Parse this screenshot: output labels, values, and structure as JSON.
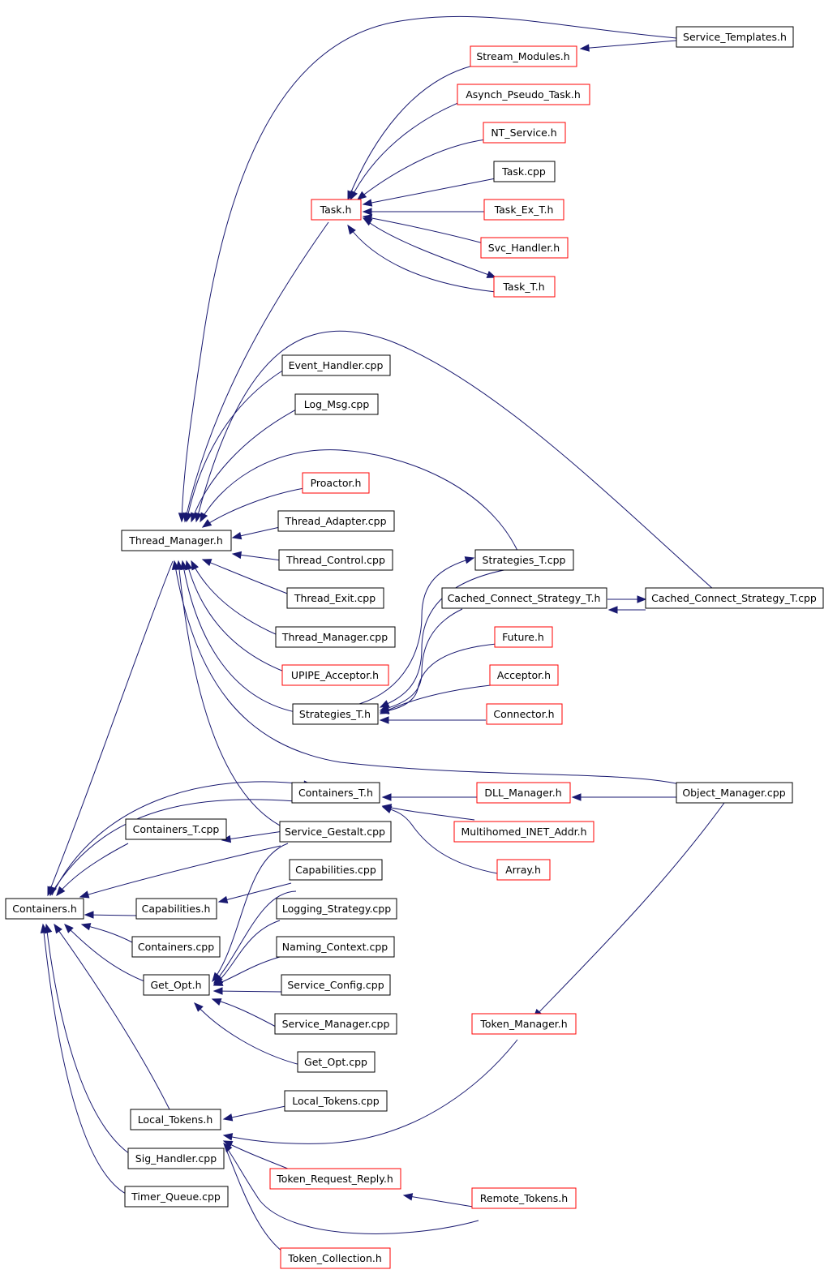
{
  "colors": {
    "edge": "#191970",
    "documented_border": "#000000",
    "undocumented_border": "#ff0000",
    "root_fill": "#bfbfbf",
    "node_fill": "#ffffff"
  },
  "nodes": [
    {
      "id": "containers_h",
      "label": "Containers.h",
      "border": "black",
      "root": true
    },
    {
      "id": "service_templates_h",
      "label": "Service_Templates.h",
      "border": "black"
    },
    {
      "id": "stream_modules_h",
      "label": "Stream_Modules.h",
      "border": "red"
    },
    {
      "id": "asynch_pseudo_task_h",
      "label": "Asynch_Pseudo_Task.h",
      "border": "red"
    },
    {
      "id": "nt_service_h",
      "label": "NT_Service.h",
      "border": "red"
    },
    {
      "id": "task_cpp",
      "label": "Task.cpp",
      "border": "black"
    },
    {
      "id": "task_h",
      "label": "Task.h",
      "border": "red"
    },
    {
      "id": "task_ex_t_h",
      "label": "Task_Ex_T.h",
      "border": "red"
    },
    {
      "id": "svc_handler_h",
      "label": "Svc_Handler.h",
      "border": "red"
    },
    {
      "id": "task_t_h",
      "label": "Task_T.h",
      "border": "red"
    },
    {
      "id": "event_handler_cpp",
      "label": "Event_Handler.cpp",
      "border": "black"
    },
    {
      "id": "log_msg_cpp",
      "label": "Log_Msg.cpp",
      "border": "black"
    },
    {
      "id": "proactor_h",
      "label": "Proactor.h",
      "border": "red"
    },
    {
      "id": "thread_adapter_cpp",
      "label": "Thread_Adapter.cpp",
      "border": "black"
    },
    {
      "id": "thread_manager_h",
      "label": "Thread_Manager.h",
      "border": "black"
    },
    {
      "id": "thread_control_cpp",
      "label": "Thread_Control.cpp",
      "border": "black"
    },
    {
      "id": "strategies_t_cpp",
      "label": "Strategies_T.cpp",
      "border": "black"
    },
    {
      "id": "thread_exit_cpp",
      "label": "Thread_Exit.cpp",
      "border": "black"
    },
    {
      "id": "cached_connect_strategy_t_h",
      "label": "Cached_Connect_Strategy_T.h",
      "border": "black"
    },
    {
      "id": "cached_connect_strategy_t_cpp",
      "label": "Cached_Connect_Strategy_T.cpp",
      "border": "black"
    },
    {
      "id": "thread_manager_cpp",
      "label": "Thread_Manager.cpp",
      "border": "black"
    },
    {
      "id": "future_h",
      "label": "Future.h",
      "border": "red"
    },
    {
      "id": "upipe_acceptor_h",
      "label": "UPIPE_Acceptor.h",
      "border": "red"
    },
    {
      "id": "acceptor_h",
      "label": "Acceptor.h",
      "border": "red"
    },
    {
      "id": "strategies_t_h",
      "label": "Strategies_T.h",
      "border": "black"
    },
    {
      "id": "connector_h",
      "label": "Connector.h",
      "border": "red"
    },
    {
      "id": "containers_t_h",
      "label": "Containers_T.h",
      "border": "black"
    },
    {
      "id": "dll_manager_h",
      "label": "DLL_Manager.h",
      "border": "red"
    },
    {
      "id": "object_manager_cpp",
      "label": "Object_Manager.cpp",
      "border": "black"
    },
    {
      "id": "containers_t_cpp",
      "label": "Containers_T.cpp",
      "border": "black"
    },
    {
      "id": "service_gestalt_cpp",
      "label": "Service_Gestalt.cpp",
      "border": "black"
    },
    {
      "id": "multihomed_inet_addr_h",
      "label": "Multihomed_INET_Addr.h",
      "border": "red"
    },
    {
      "id": "capabilities_cpp",
      "label": "Capabilities.cpp",
      "border": "black"
    },
    {
      "id": "array_h",
      "label": "Array.h",
      "border": "red"
    },
    {
      "id": "capabilities_h",
      "label": "Capabilities.h",
      "border": "black"
    },
    {
      "id": "logging_strategy_cpp",
      "label": "Logging_Strategy.cpp",
      "border": "black"
    },
    {
      "id": "containers_cpp",
      "label": "Containers.cpp",
      "border": "black"
    },
    {
      "id": "naming_context_cpp",
      "label": "Naming_Context.cpp",
      "border": "black"
    },
    {
      "id": "get_opt_h",
      "label": "Get_Opt.h",
      "border": "black"
    },
    {
      "id": "service_config_cpp",
      "label": "Service_Config.cpp",
      "border": "black"
    },
    {
      "id": "service_manager_cpp",
      "label": "Service_Manager.cpp",
      "border": "black"
    },
    {
      "id": "token_manager_h",
      "label": "Token_Manager.h",
      "border": "red"
    },
    {
      "id": "get_opt_cpp",
      "label": "Get_Opt.cpp",
      "border": "black"
    },
    {
      "id": "local_tokens_cpp",
      "label": "Local_Tokens.cpp",
      "border": "black"
    },
    {
      "id": "local_tokens_h",
      "label": "Local_Tokens.h",
      "border": "black"
    },
    {
      "id": "sig_handler_cpp",
      "label": "Sig_Handler.cpp",
      "border": "black"
    },
    {
      "id": "token_request_reply_h",
      "label": "Token_Request_Reply.h",
      "border": "red"
    },
    {
      "id": "remote_tokens_h",
      "label": "Remote_Tokens.h",
      "border": "red"
    },
    {
      "id": "timer_queue_cpp",
      "label": "Timer_Queue.cpp",
      "border": "black"
    },
    {
      "id": "token_collection_h",
      "label": "Token_Collection.h",
      "border": "red"
    }
  ]
}
